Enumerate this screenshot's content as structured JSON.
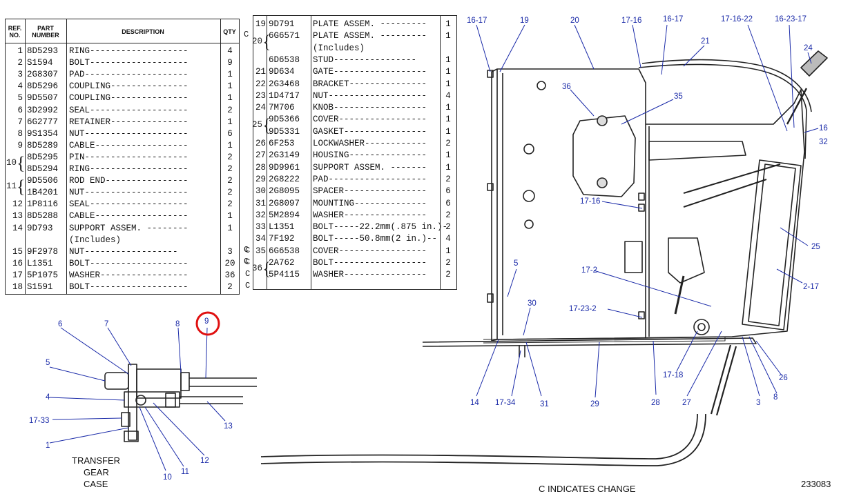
{
  "table1": {
    "headers": {
      "ref": "REF. NO.",
      "part": "PART NUMBER",
      "desc": "DESCRIPTION",
      "qty": "QTY"
    },
    "rows": [
      {
        "ref": "1",
        "part": "8D5293",
        "desc": "RING-------------------",
        "qty": "4",
        "chg": ""
      },
      {
        "ref": "2",
        "part": "S1594",
        "desc": "BOLT-------------------",
        "qty": "9",
        "chg": ""
      },
      {
        "ref": "3",
        "part": "2G8307",
        "desc": "PAD--------------------",
        "qty": "1",
        "chg": ""
      },
      {
        "ref": "4",
        "part": "8D5296",
        "desc": "COUPLING---------------",
        "qty": "1",
        "chg": ""
      },
      {
        "ref": "5",
        "part": "9D5507",
        "desc": "COUPLING---------------",
        "qty": "1",
        "chg": ""
      },
      {
        "ref": "6",
        "part": "3D2992",
        "desc": "SEAL-------------------",
        "qty": "2",
        "chg": ""
      },
      {
        "ref": "7",
        "part": "6G2777",
        "desc": "RETAINER---------------",
        "qty": "1",
        "chg": ""
      },
      {
        "ref": "8",
        "part": "9S1354",
        "desc": "NUT--------------------",
        "qty": "6",
        "chg": ""
      },
      {
        "ref": "9",
        "part": "8D5289",
        "desc": "CABLE------------------",
        "qty": "1",
        "chg": ""
      },
      {
        "ref": "",
        "part": "8D5295",
        "desc": "PIN--------------------",
        "qty": "2",
        "chg": ""
      },
      {
        "ref": "",
        "part": "8D5294",
        "desc": "RING-------------------",
        "qty": "2",
        "chg": ""
      },
      {
        "ref": "",
        "part": "9D5506",
        "desc": "ROD END----------------",
        "qty": "2",
        "chg": ""
      },
      {
        "ref": "",
        "part": "1B4201",
        "desc": "NUT--------------------",
        "qty": "2",
        "chg": ""
      },
      {
        "ref": "12",
        "part": "1P8116",
        "desc": "SEAL-------------------",
        "qty": "2",
        "chg": ""
      },
      {
        "ref": "13",
        "part": "8D5288",
        "desc": "CABLE------------------",
        "qty": "1",
        "chg": ""
      },
      {
        "ref": "14",
        "part": "9D793",
        "desc": "SUPPORT ASSEM. --------",
        "qty": "1",
        "chg": ""
      },
      {
        "ref": "",
        "part": "",
        "desc": "  (Includes)",
        "qty": "",
        "chg": ""
      },
      {
        "ref": "15",
        "part": "9F2978",
        "desc": "  NUT------------------",
        "qty": "3",
        "chg": "C"
      },
      {
        "ref": "16",
        "part": "L1351",
        "desc": "BOLT-------------------",
        "qty": "20",
        "chg": "C"
      },
      {
        "ref": "17",
        "part": "5P1075",
        "desc": "WASHER-----------------",
        "qty": "36",
        "chg": "C"
      },
      {
        "ref": "18",
        "part": "S1591",
        "desc": "BOLT-------------------",
        "qty": "2",
        "chg": "C"
      }
    ],
    "groups": [
      {
        "ref": "10",
        "row": 9
      },
      {
        "ref": "11",
        "row": 11
      }
    ]
  },
  "table2": {
    "rows": [
      {
        "ref": "19",
        "part": "9D791",
        "desc": "PLATE ASSEM. ---------",
        "qty": "1",
        "chg": ""
      },
      {
        "ref": "",
        "part": "6G6571",
        "desc": "PLATE ASSEM. ---------",
        "qty": "1",
        "chg": "C"
      },
      {
        "ref": "",
        "part": "",
        "desc": "  (Includes)",
        "qty": "",
        "chg": ""
      },
      {
        "ref": "",
        "part": "6D6538",
        "desc": "  STUD----------------",
        "qty": "1",
        "chg": ""
      },
      {
        "ref": "21",
        "part": "9D634",
        "desc": "GATE------------------",
        "qty": "1",
        "chg": ""
      },
      {
        "ref": "22",
        "part": "2G3468",
        "desc": "BRACKET---------------",
        "qty": "1",
        "chg": ""
      },
      {
        "ref": "23",
        "part": "1D4717",
        "desc": "NUT-------------------",
        "qty": "4",
        "chg": ""
      },
      {
        "ref": "24",
        "part": "7M706",
        "desc": "KNOB------------------",
        "qty": "1",
        "chg": ""
      },
      {
        "ref": "",
        "part": "9D5366",
        "desc": "COVER-----------------",
        "qty": "1",
        "chg": ""
      },
      {
        "ref": "",
        "part": "9D5331",
        "desc": "GASKET----------------",
        "qty": "1",
        "chg": ""
      },
      {
        "ref": "26",
        "part": "6F253",
        "desc": "LOCKWASHER------------",
        "qty": "2",
        "chg": ""
      },
      {
        "ref": "27",
        "part": "2G3149",
        "desc": "HOUSING---------------",
        "qty": "1",
        "chg": ""
      },
      {
        "ref": "28",
        "part": "9D9961",
        "desc": "SUPPORT ASSEM. -------",
        "qty": "1",
        "chg": ""
      },
      {
        "ref": "29",
        "part": "2G8222",
        "desc": "PAD-------------------",
        "qty": "2",
        "chg": ""
      },
      {
        "ref": "30",
        "part": "2G8095",
        "desc": "SPACER----------------",
        "qty": "6",
        "chg": ""
      },
      {
        "ref": "31",
        "part": "2G8097",
        "desc": "MOUNTING--------------",
        "qty": "6",
        "chg": ""
      },
      {
        "ref": "32",
        "part": "5M2894",
        "desc": "WASHER----------------",
        "qty": "2",
        "chg": ""
      },
      {
        "ref": "33",
        "part": "L1351",
        "desc": "BOLT-----22.2mm(.875 in.)-",
        "qty": "2",
        "chg": ""
      },
      {
        "ref": "34",
        "part": "7F192",
        "desc": "BOLT-----50.8mm(2 in.)--",
        "qty": "4",
        "chg": ""
      },
      {
        "ref": "35",
        "part": "6G6538",
        "desc": "COVER-----------------",
        "qty": "1",
        "chg": "C"
      },
      {
        "ref": "",
        "part": "2A762",
        "desc": "BOLT------------------",
        "qty": "2",
        "chg": "C"
      },
      {
        "ref": "",
        "part": "5P4115",
        "desc": "WASHER----------------",
        "qty": "2",
        "chg": ""
      }
    ],
    "groups": [
      {
        "ref": "20",
        "row": 1
      },
      {
        "ref": "25",
        "row": 8
      },
      {
        "ref": "36",
        "row": 20
      }
    ]
  },
  "callouts_right": [
    "16-17",
    "19",
    "20",
    "17-16",
    "16-17",
    "17-16-22",
    "16-23-17",
    "21",
    "24",
    "36",
    "35",
    "16",
    "32",
    "17-16",
    "25",
    "5",
    "2-17",
    "17-2",
    "30",
    "17-23-2",
    "17-18",
    "14",
    "17-34",
    "31",
    "29",
    "28",
    "27",
    "3",
    "8",
    "26"
  ],
  "callouts_left": [
    "6",
    "7",
    "8",
    "9",
    "5",
    "4",
    "17-33",
    "13",
    "1",
    "10",
    "11",
    "12"
  ],
  "transfer_label": [
    "TRANSFER",
    "GEAR",
    "CASE"
  ],
  "footer_note": "C INDICATES CHANGE",
  "figure_number": "233083",
  "highlight": {
    "label": "9",
    "color": "#e01010"
  }
}
